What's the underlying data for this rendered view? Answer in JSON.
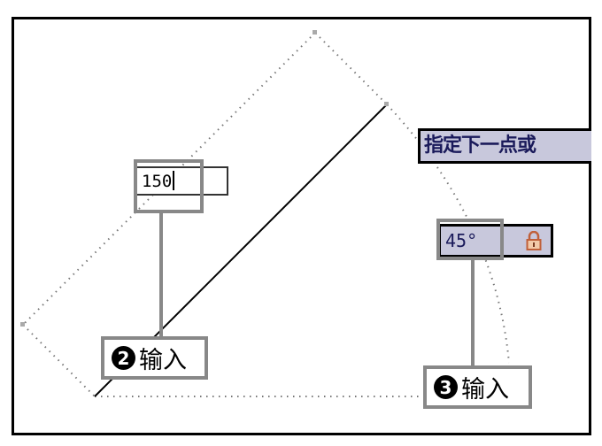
{
  "canvas": {
    "length_input": {
      "value": "150"
    },
    "tooltip": {
      "text": "指定下一点或"
    },
    "angle_input": {
      "value": "45°",
      "lock_icon": "lock-icon"
    }
  },
  "callouts": [
    {
      "step": "2",
      "label": "输入"
    },
    {
      "step": "3",
      "label": "输入"
    }
  ],
  "colors": {
    "tooltip_bg": "#c8c8dc",
    "tooltip_text": "#1a1a5a",
    "highlight": "#888888",
    "lock": "#c0603a"
  }
}
